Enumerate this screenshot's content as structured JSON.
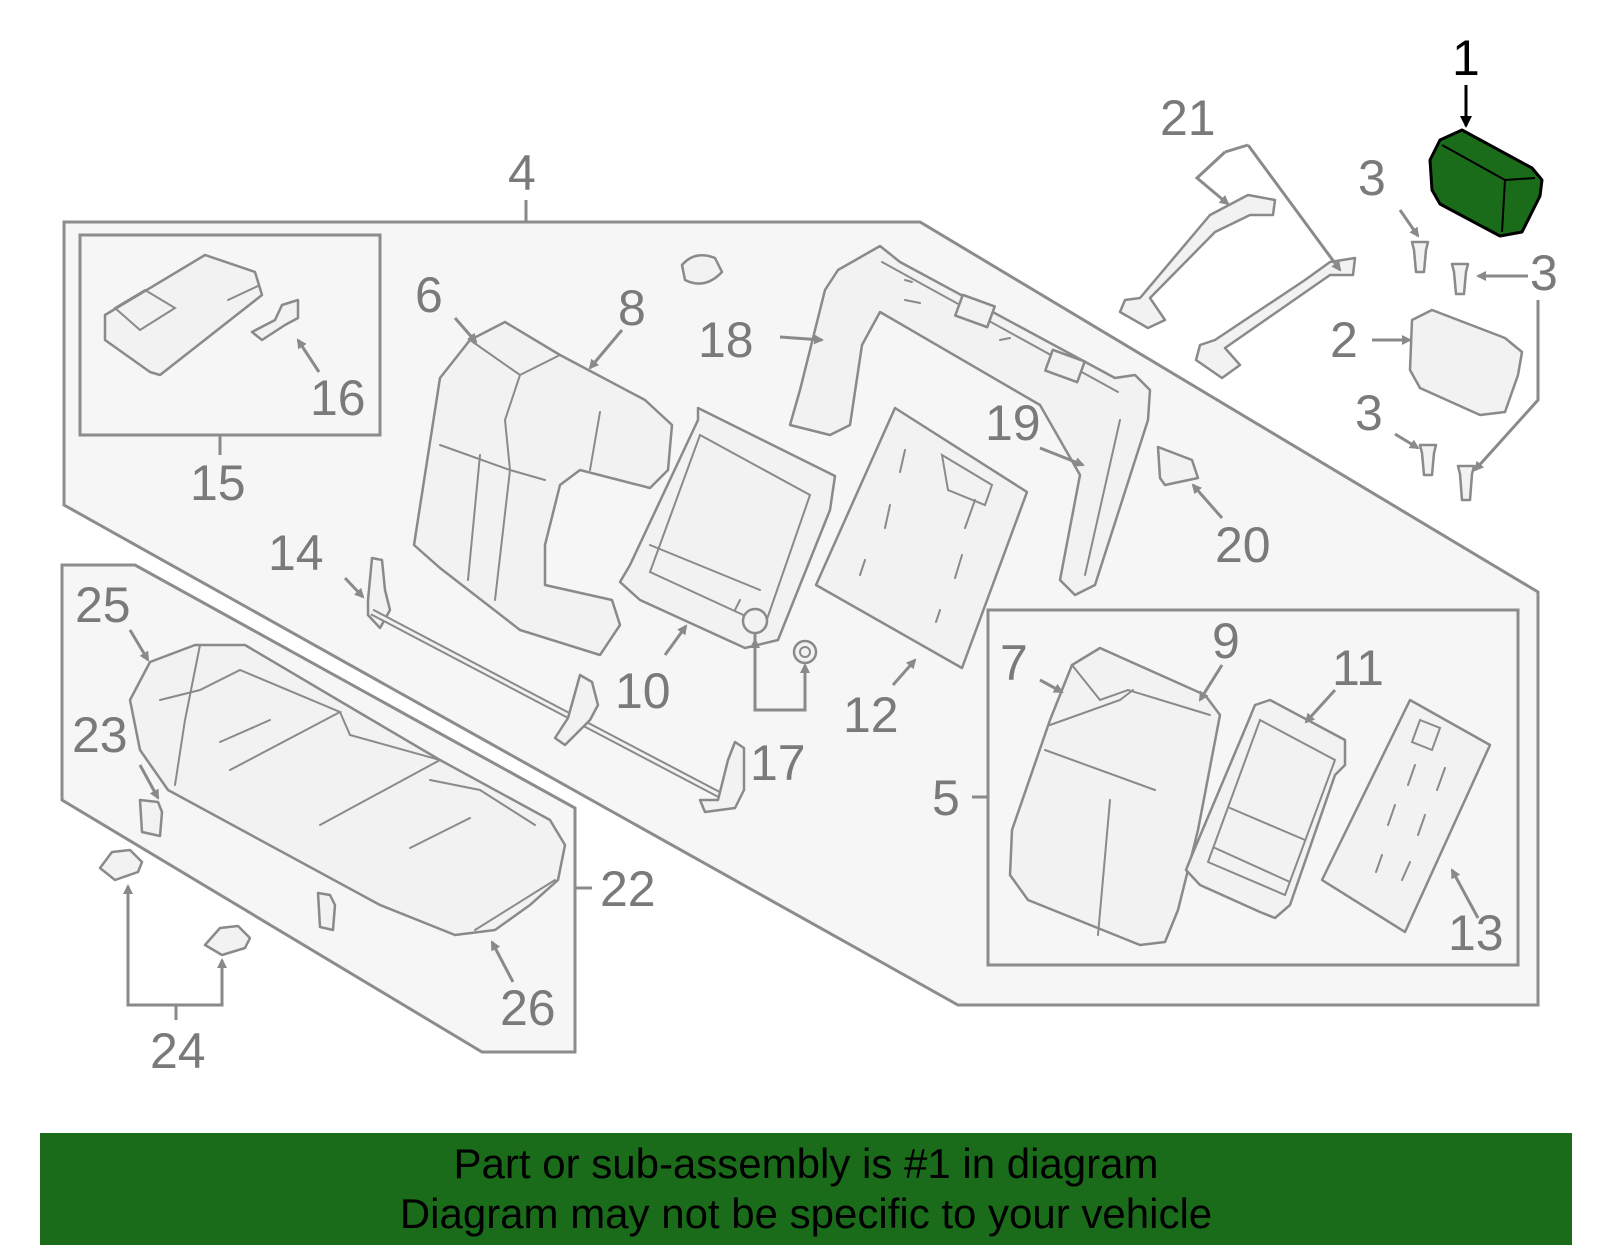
{
  "banner": {
    "line1": "Part or sub-assembly is #1 in diagram",
    "line2": "Diagram may not be specific to your vehicle",
    "color": "#1a6b1a"
  },
  "highlight_color": "#1a6b1a",
  "callouts": {
    "c1": "1",
    "c2": "2",
    "c3a": "3",
    "c3b": "3",
    "c3c": "3",
    "c4": "4",
    "c5": "5",
    "c6": "6",
    "c7": "7",
    "c8": "8",
    "c9": "9",
    "c10": "10",
    "c11": "11",
    "c12": "12",
    "c13": "13",
    "c14": "14",
    "c15": "15",
    "c16": "16",
    "c17": "17",
    "c18": "18",
    "c19": "19",
    "c20": "20",
    "c21": "21",
    "c22": "22",
    "c23": "23",
    "c24": "24",
    "c25": "25",
    "c26": "26"
  }
}
